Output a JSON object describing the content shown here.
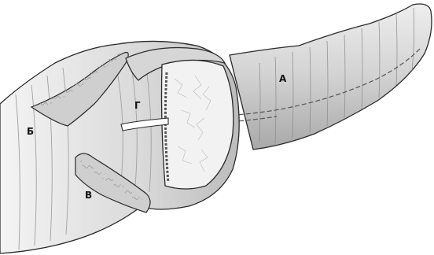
{
  "labels": {
    "a": "А",
    "b": "Б",
    "v": "В",
    "g": "Г"
  },
  "colors": {
    "background": "#ffffff",
    "ink": "#111111",
    "shade_dark": "#8a8a8a",
    "shade_mid": "#bdbdbd",
    "shade_light": "#e4e4e4",
    "mucosa": "#d6d6d6"
  }
}
